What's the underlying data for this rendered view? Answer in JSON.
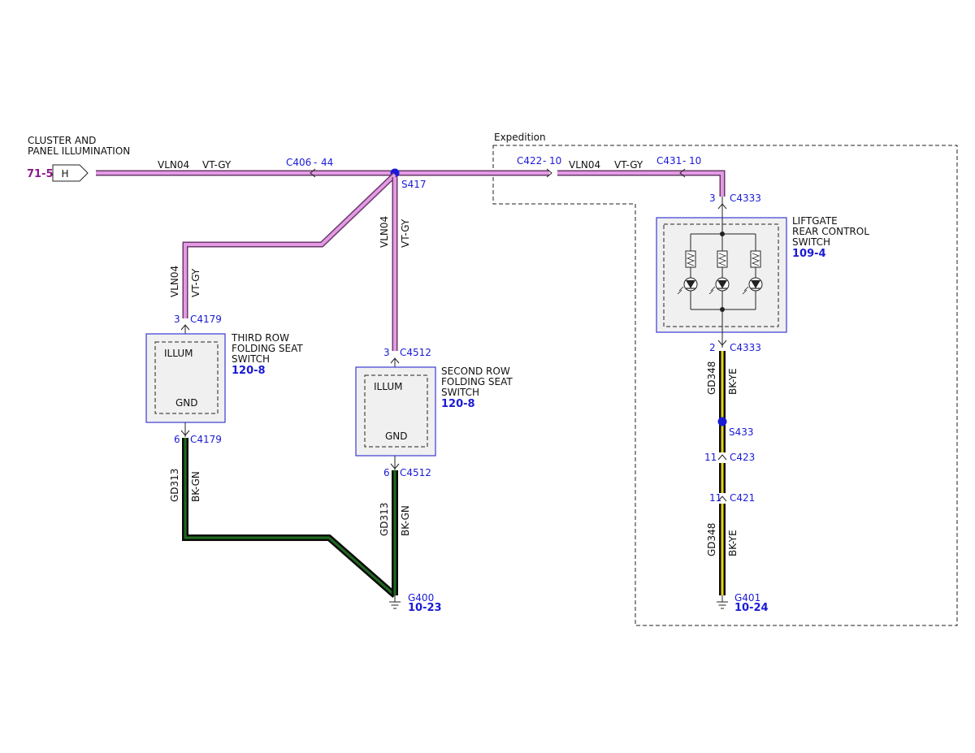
{
  "region_label": "Expedition",
  "source": {
    "title_line1": "CLUSTER AND",
    "title_line2": "PANEL ILLUMINATION",
    "ref": "71-5",
    "pin": "H"
  },
  "top_wire": {
    "circuit_left": "VLN04",
    "color_left": "VT-GY",
    "circuit_right": "VLN04",
    "color_right": "VT-GY"
  },
  "connectors": {
    "c406": "C406",
    "c406_pin": "44",
    "c422": "C422",
    "c422_pin": "10",
    "c431": "C431",
    "c431_pin": "10",
    "s417": "S417",
    "s433": "S433",
    "c423": "C423",
    "c423_pin": "11",
    "c421": "C421",
    "c421_pin": "11"
  },
  "third_row": {
    "circuit": "VLN04",
    "color": "VT-GY",
    "top_pin": "3",
    "top_conn": "C4179",
    "label_line1": "THIRD ROW",
    "label_line2": "FOLDING SEAT",
    "label_line3": "SWITCH",
    "ref": "120-8",
    "illum": "ILLUM",
    "gnd": "GND",
    "bottom_pin": "6",
    "bottom_conn": "C4179",
    "gnd_circuit": "GD313",
    "gnd_color": "BK-GN"
  },
  "second_row": {
    "circuit": "VLN04",
    "color": "VT-GY",
    "top_pin": "3",
    "top_conn": "C4512",
    "label_line1": "SECOND ROW",
    "label_line2": "FOLDING SEAT",
    "label_line3": "SWITCH",
    "ref": "120-8",
    "illum": "ILLUM",
    "gnd": "GND",
    "bottom_pin": "6",
    "bottom_conn": "C4512",
    "gnd_circuit": "GD313",
    "gnd_color": "BK-GN"
  },
  "liftgate": {
    "top_pin": "3",
    "top_conn": "C4333",
    "label_line1": "LIFTGATE",
    "label_line2": "REAR CONTROL",
    "label_line3": "SWITCH",
    "ref": "109-4",
    "bottom_pin": "2",
    "bottom_conn": "C4333",
    "gnd_circuit_upper": "GD348",
    "gnd_color_upper": "BK-YE",
    "gnd_circuit_lower": "GD348",
    "gnd_color_lower": "BK-YE"
  },
  "grounds": {
    "g400": "G400",
    "g400_ref": "10-23",
    "g401": "G401",
    "g401_ref": "10-24"
  }
}
